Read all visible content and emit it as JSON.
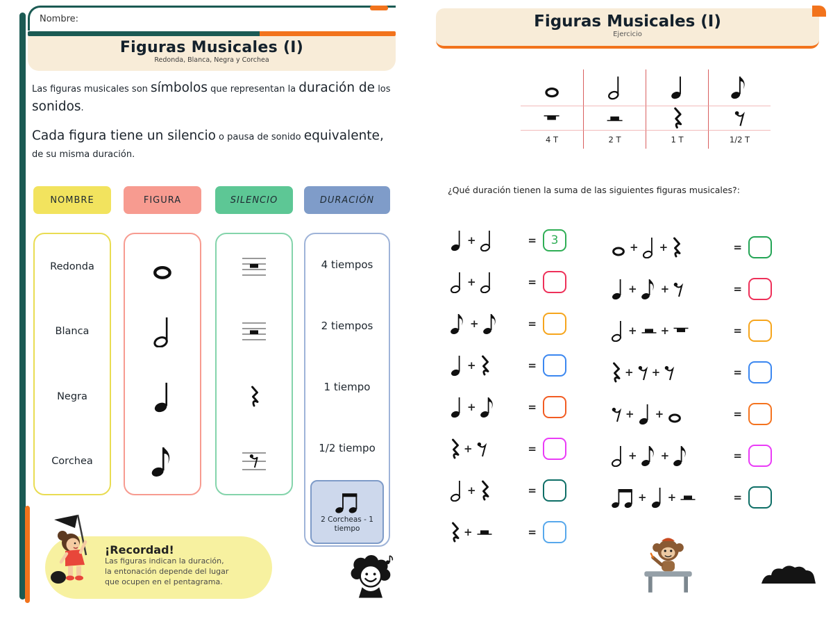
{
  "colors": {
    "teal": "#1b5a53",
    "orange": "#f2731c",
    "cream": "#f8ecd8",
    "grid_red": "#d95f5f",
    "grid_pink": "#f2baba",
    "note_black": "#101010"
  },
  "icons": {
    "redonda": "whole-note",
    "blanca": "half-note",
    "negra": "quarter-note",
    "corchea": "eighth-note",
    "corcheas": "beamed-eighth-pair",
    "s-redonda": "whole-rest",
    "s-blanca": "half-rest",
    "s-negra": "quarter-rest",
    "s-corchea": "eighth-rest"
  },
  "page_left": {
    "nombre_label": "Nombre:",
    "title": "Figuras Musicales (I)",
    "subtitle": "Redonda, Blanca, Negra y Corchea",
    "intro": {
      "p1": [
        {
          "t": "Las figuras musicales son ",
          "s": "sm"
        },
        {
          "t": "símbolos",
          "s": "lg"
        },
        {
          "t": " que representan la ",
          "s": "sm"
        },
        {
          "t": "duración de",
          "s": "lg"
        },
        {
          "t": " los ",
          "s": "sm"
        },
        {
          "t": "sonidos",
          "s": "lg"
        },
        {
          "t": ".",
          "s": "sm"
        }
      ],
      "p2": [
        {
          "t": "Cada figura tiene un silencio",
          "s": "lg"
        },
        {
          "t": " o pausa de sonido ",
          "s": "sm"
        },
        {
          "t": "equivalente,",
          "s": "lg"
        },
        {
          "t": " de su misma duración.",
          "s": "sm"
        }
      ]
    },
    "table": {
      "headers": [
        {
          "label": "NOMBRE",
          "bg": "#f2e35e",
          "italic": false
        },
        {
          "label": "FIGURA",
          "bg": "#f79b90",
          "italic": false
        },
        {
          "label": "SILENCIO",
          "bg": "#5dc795",
          "italic": true
        },
        {
          "label": "DURACIÓN",
          "bg": "#7f9cc9",
          "italic": true
        }
      ],
      "column_borders": [
        "#e9dc52",
        "#f79b90",
        "#84d4ab",
        "#9eb3d8"
      ],
      "rows": [
        {
          "nombre": "Redonda",
          "figura": "redonda",
          "silencio": "s-redonda",
          "duracion": "4 tiempos"
        },
        {
          "nombre": "Blanca",
          "figura": "blanca",
          "silencio": "s-blanca",
          "duracion": "2 tiempos"
        },
        {
          "nombre": "Negra",
          "figura": "negra",
          "silencio": "s-negra",
          "duracion": "1 tiempo"
        },
        {
          "nombre": "Corchea",
          "figura": "corchea",
          "silencio": "s-corchea",
          "duracion": "1/2 tiempo"
        }
      ],
      "extra": {
        "icon": "corcheas",
        "label": "2 Corcheas - 1 tiempo"
      }
    },
    "reminder": {
      "title": "¡Recordad!",
      "lines": [
        "Las figuras indican la duración,",
        "la entonación depende del lugar",
        "que ocupen en el pentagrama."
      ]
    }
  },
  "page_right": {
    "title": "Figuras Musicales (I)",
    "subtitle": "Ejercicio",
    "summary_table": {
      "columns": [
        {
          "note": "redonda",
          "rest": "s-redonda",
          "label": "4 T"
        },
        {
          "note": "blanca",
          "rest": "s-blanca",
          "label": "2 T"
        },
        {
          "note": "negra",
          "rest": "s-negra",
          "label": "1 T"
        },
        {
          "note": "corchea",
          "rest": "s-corchea",
          "label": "1/2 T"
        }
      ]
    },
    "question": "¿Qué duración tienen la suma de las siguientes figuras musicales?:",
    "exercises": {
      "left": [
        {
          "terms": [
            "negra",
            "blanca"
          ],
          "answer": "3",
          "color": "#2fae55"
        },
        {
          "terms": [
            "blanca",
            "blanca"
          ],
          "answer": "",
          "color": "#ee3059"
        },
        {
          "terms": [
            "corchea",
            "corchea"
          ],
          "answer": "",
          "color": "#f6a51c"
        },
        {
          "terms": [
            "negra",
            "s-negra"
          ],
          "answer": "",
          "color": "#3b87f0"
        },
        {
          "terms": [
            "negra",
            "corchea"
          ],
          "answer": "",
          "color": "#f25c22"
        },
        {
          "terms": [
            "s-negra",
            "s-corchea"
          ],
          "answer": "",
          "color": "#ea3bf7"
        },
        {
          "terms": [
            "blanca",
            "s-negra"
          ],
          "answer": "",
          "color": "#0d6e66"
        },
        {
          "terms": [
            "s-negra",
            "s-blanca"
          ],
          "answer": "",
          "color": "#57a8ec"
        }
      ],
      "right": [
        {
          "terms": [
            "redonda",
            "blanca",
            "s-negra"
          ],
          "answer": "",
          "color": "#23a455"
        },
        {
          "terms": [
            "negra",
            "corchea",
            "s-corchea"
          ],
          "answer": "",
          "color": "#ee3059"
        },
        {
          "terms": [
            "blanca",
            "s-blanca",
            "s-redonda"
          ],
          "answer": "",
          "color": "#f6a51c"
        },
        {
          "terms": [
            "s-negra",
            "s-corchea",
            "s-corchea"
          ],
          "answer": "",
          "color": "#3b87f0"
        },
        {
          "terms": [
            "s-corchea",
            "negra",
            "redonda"
          ],
          "answer": "",
          "color": "#f4731f"
        },
        {
          "terms": [
            "blanca",
            "corchea",
            "corchea"
          ],
          "answer": "",
          "color": "#ea3bf7"
        },
        {
          "terms": [
            "corcheas",
            "negra",
            "s-blanca"
          ],
          "answer": "",
          "color": "#0d6e66"
        }
      ]
    }
  }
}
